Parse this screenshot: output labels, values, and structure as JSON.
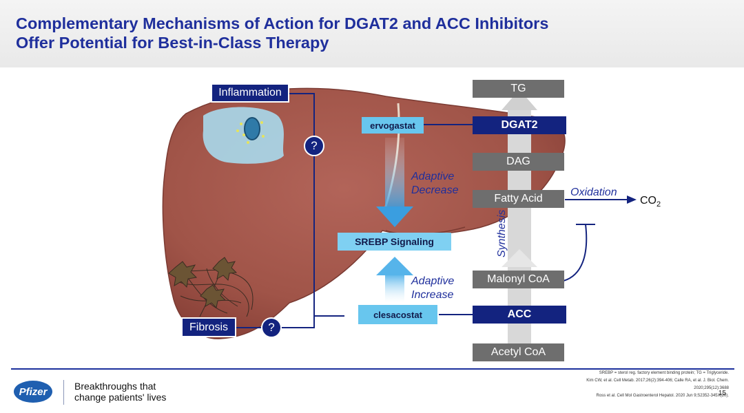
{
  "header": {
    "title_line1": "Complementary Mechanisms of Action for DGAT2 and ACC Inhibitors",
    "title_line2": "Offer Potential for Best-in-Class Therapy"
  },
  "diagram": {
    "inflammation": "Inflammation",
    "fibrosis": "Fibrosis",
    "question_mark": "?",
    "ervogastat": "ervogastat",
    "clesacostat": "clesacostat",
    "srebp": "SREBP Signaling",
    "adaptive_decrease": [
      "Adaptive",
      "Decrease"
    ],
    "adaptive_increase": [
      "Adaptive",
      "Increase"
    ],
    "synthesis": "Synthesis",
    "oxidation": "Oxidation",
    "co2": "CO",
    "co2_sub": "2",
    "pathway": {
      "tg": "TG",
      "dgat2": "DGAT2",
      "dag": "DAG",
      "fatty_acid": "Fatty Acid",
      "malonyl_coa": "Malonyl CoA",
      "acc": "ACC",
      "acetyl_coa": "Acetyl CoA"
    }
  },
  "footer": {
    "logo": "Pfizer",
    "tagline": [
      "Breakthroughs that",
      "change patients' lives"
    ],
    "footnotes": [
      "SREBP = sterol reg. factory element binding protein; TG = Triglyceride.",
      "Kim CW, et al. Cell Metab. 2017;26(2):394-406; Calle RA, et al. J. Biol. Chem. 2020;295(12):3688",
      "Ross et al. Cell Mol Gastroenterol Hepatol. 2020 Jun 9;S2352-345X(20)."
    ],
    "page_number": "15"
  },
  "colors": {
    "title_blue": "#1f2f9c",
    "navy": "#13237f",
    "grey_box": "#6e6e6e",
    "cyan": "#68c6ee",
    "liver": "#a4574e"
  }
}
